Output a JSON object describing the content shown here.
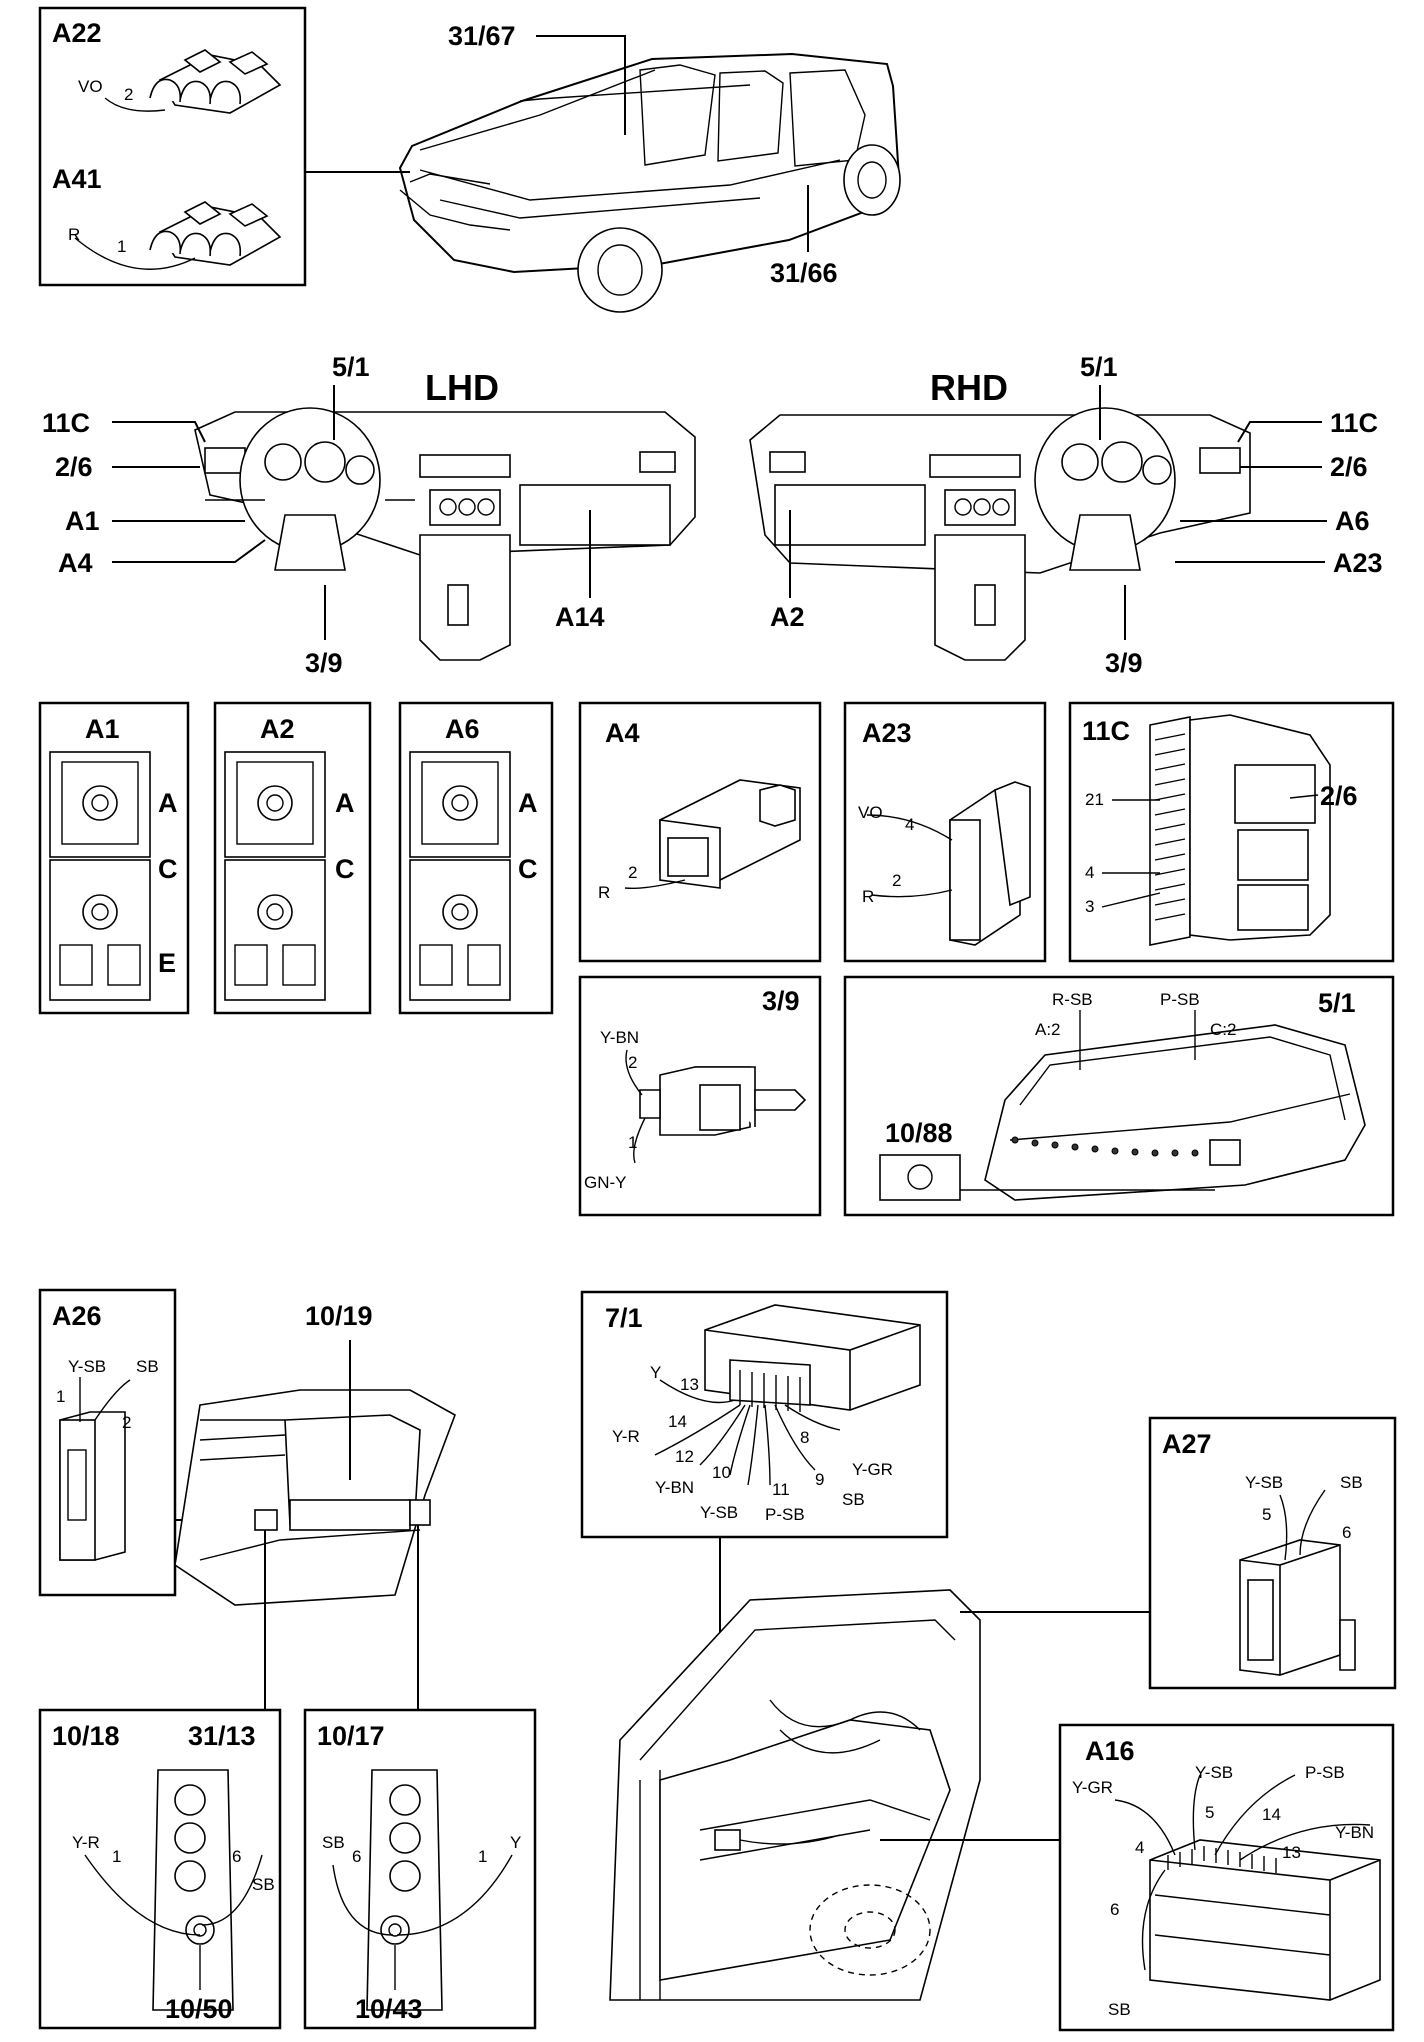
{
  "car_top": {
    "connectors": [
      "A22",
      "A41"
    ],
    "wire_a22": {
      "color": "VO",
      "pin": "2"
    },
    "wire_a41": {
      "color": "R",
      "pin": "1"
    },
    "hood_label": "31/67",
    "sill_label": "31/66"
  },
  "dash_lhd": {
    "title": "LHD",
    "labels": {
      "top": "5/1",
      "l1": "11C",
      "l2": "2/6",
      "l3": "A1",
      "l4": "A4",
      "bottom": "3/9",
      "right": "A14"
    }
  },
  "dash_rhd": {
    "title": "RHD",
    "labels": {
      "top": "5/1",
      "r1": "11C",
      "r2": "2/6",
      "r3": "A6",
      "r4": "A23",
      "bottom": "3/9",
      "left": "A2"
    }
  },
  "ecu_panels": [
    {
      "title": "A1",
      "sections": [
        "A",
        "C",
        "E"
      ]
    },
    {
      "title": "A2",
      "sections": [
        "A",
        "C"
      ]
    },
    {
      "title": "A6",
      "sections": [
        "A",
        "C"
      ]
    }
  ],
  "a4": {
    "title": "A4",
    "wire": {
      "color": "R",
      "pin": "2"
    }
  },
  "a23": {
    "title": "A23",
    "wires": [
      {
        "color": "VO",
        "pin": "4"
      },
      {
        "color": "R",
        "pin": "2"
      }
    ]
  },
  "c11": {
    "title": "11C",
    "pins": [
      "21",
      "4",
      "3"
    ],
    "part": "2/6"
  },
  "s39": {
    "title": "3/9",
    "wires": [
      {
        "color": "Y-BN",
        "pin": "2"
      },
      {
        "color": "GN-Y",
        "pin": "1"
      }
    ]
  },
  "s51": {
    "title": "5/1",
    "wires": [
      "R-SB",
      "P-SB"
    ],
    "pins": [
      "A:2",
      "C:2"
    ],
    "bulb": "10/88"
  },
  "rear": {
    "a26": {
      "title": "A26",
      "wires": [
        {
          "color": "Y-SB",
          "pin": "1"
        },
        {
          "color": "SB",
          "pin": "2"
        }
      ]
    },
    "lamp_label": "10/19",
    "p1018": {
      "title": "10/18",
      "part": "31/13",
      "wires": [
        {
          "color": "Y-R",
          "pin": "1"
        },
        {
          "color": "SB",
          "pin": "6"
        }
      ],
      "bulb": "10/50"
    },
    "p1017": {
      "title": "10/17",
      "wires": [
        {
          "color": "SB",
          "pin": "6"
        },
        {
          "color": "Y",
          "pin": "1"
        }
      ],
      "bulb": "10/43"
    }
  },
  "module71": {
    "title": "7/1",
    "wires": [
      {
        "color": "Y",
        "pin": "13"
      },
      {
        "color": "Y-R",
        "pin": "14"
      },
      {
        "color": "",
        "pin": "12"
      },
      {
        "color": "Y-BN",
        "pin": "10"
      },
      {
        "color": "Y-SB",
        "pin": ""
      },
      {
        "color": "P-SB",
        "pin": "11"
      },
      {
        "color": "SB",
        "pin": "9"
      },
      {
        "color": "Y-GR",
        "pin": "8"
      }
    ]
  },
  "a27": {
    "title": "A27",
    "wires": [
      {
        "color": "Y-SB",
        "pin": "5"
      },
      {
        "color": "SB",
        "pin": "6"
      }
    ]
  },
  "a16": {
    "title": "A16",
    "wires": [
      {
        "color": "Y-GR",
        "pin": "4"
      },
      {
        "color": "Y-SB",
        "pin": "5"
      },
      {
        "color": "P-SB",
        "pin": "14"
      },
      {
        "color": "Y-BN",
        "pin": "13"
      },
      {
        "color": "SB",
        "pin": "6"
      }
    ]
  }
}
